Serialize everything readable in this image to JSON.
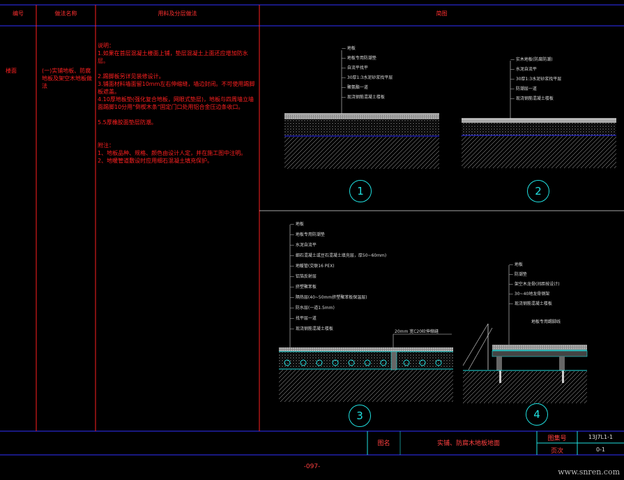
{
  "header": {
    "col1": "编号",
    "col2": "做法名称",
    "col3": "用料及分层做法",
    "col4": "简图"
  },
  "row": {
    "code": "楼面",
    "name": "(一)实铺地板、防腐地板及架空木地板做法",
    "notes": [
      "说明：",
      "1.如果在首层混凝土楼面上铺，垫层混凝土上面还应增加防水层。",
      "",
      "2.踢脚板另详见装修设计。",
      "3.铺面材料墙面留10mm左右伸缩缝，墙边封闭。不可使用踢脚板遮盖。",
      "4.10厚地板垫(强化复合地板，网眼式垫层)，地板与四周墙立墙面踢脚10分用\"倒楔木条\"固定门口处用铝合金压边条收口。",
      "",
      "5.5厚橡胶面垫层防潮。",
      "",
      "",
      "附注：",
      "1、地板品种、规格、颜色由设计人定，并在施工图中注明。",
      "2、地暖管道敷设时应用细石混凝土填充保护。"
    ]
  },
  "details": {
    "d1": {
      "number": "1",
      "labels": [
        "地板",
        "地板专用防潮垫",
        "自流平找平",
        "30厚1:3水泥砂浆找平层",
        "聚氨酯一道",
        "现浇钢筋混凝土楼板"
      ]
    },
    "d2": {
      "number": "2",
      "labels": [
        "实木地板(防腐防潮)",
        "水泥自流平",
        "30厚1:3水泥砂浆找平层",
        "防潮层一道",
        "现浇钢筋混凝土楼板"
      ]
    },
    "d3": {
      "number": "3",
      "labels": [
        "地板",
        "地板专用防潮垫",
        "水泥自流平",
        "细石混凝土或豆石混凝土填充层，厚50~60mm)",
        "地暖管(交联16 PEX)",
        "铝箔反射层",
        "挤塑聚苯板",
        "隔热层(40~50mm挤塑聚苯板保温层)",
        "防水层(一道1.5mm)",
        "找平层一道",
        "现浇钢筋混凝土楼板"
      ],
      "callout": "20mm 宽C20砼伸缩缝"
    },
    "d4": {
      "number": "4",
      "labels": [
        "地板",
        "防潮垫",
        "架空木龙骨(间距按设计)",
        "30~40地龙骨钢架",
        "现浇钢筋混凝土楼板"
      ],
      "callout": "地板专用踢脚线"
    }
  },
  "titleblock": {
    "label": "图名",
    "title": "实铺、防腐木地板地面",
    "atlas_label": "图集号",
    "atlas_value": "13J7L1-1",
    "page_label": "页次",
    "page_value": "0-1"
  },
  "footer": {
    "page": "-097-"
  },
  "watermark": "www.snren.com",
  "colors": {
    "red": "#ff2020",
    "cyan": "#20e0e0",
    "blue": "#2020ff",
    "white": "#dddddd"
  }
}
